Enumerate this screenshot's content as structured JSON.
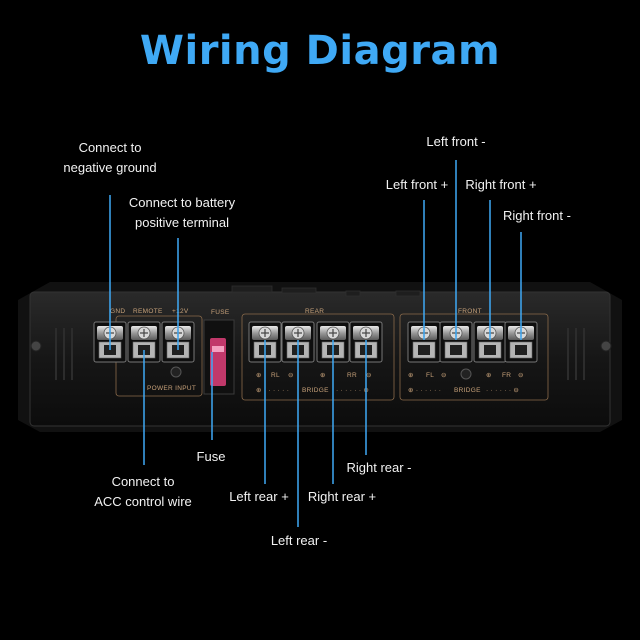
{
  "title": "Wiring Diagram",
  "labels": {
    "gnd_line1": "Connect to",
    "gnd_line2": "negative ground",
    "bat_line1": "Connect to battery",
    "bat_line2": "positive terminal",
    "acc_line1": "Connect to",
    "acc_line2": "ACC control wire",
    "fuse": "Fuse",
    "left_front_minus": "Left front -",
    "left_front_plus": "Left front +",
    "right_front_plus": "Right front +",
    "right_front_minus": "Right front -",
    "left_rear_plus": "Left rear +",
    "left_rear_minus": "Left rear -",
    "right_rear_plus": "Right rear +",
    "right_rear_minus": "Right rear -"
  },
  "panel": {
    "gnd": "GND",
    "remote": "REMOTE",
    "plus12v": "+12V",
    "fuse": "FUSE",
    "rear": "REAR",
    "front": "FRONT",
    "power_input": "POWER INPUT",
    "rl": "RL",
    "rr": "RR",
    "fl": "FL",
    "fr": "FR",
    "bridge_rear": "BRIDGE",
    "bridge_front": "BRIDGE"
  },
  "colors": {
    "title": "#3fa9f5",
    "callout_line": "#3fa9f5",
    "panel_print": "#c8a27a",
    "fuse": "#e0407a"
  }
}
